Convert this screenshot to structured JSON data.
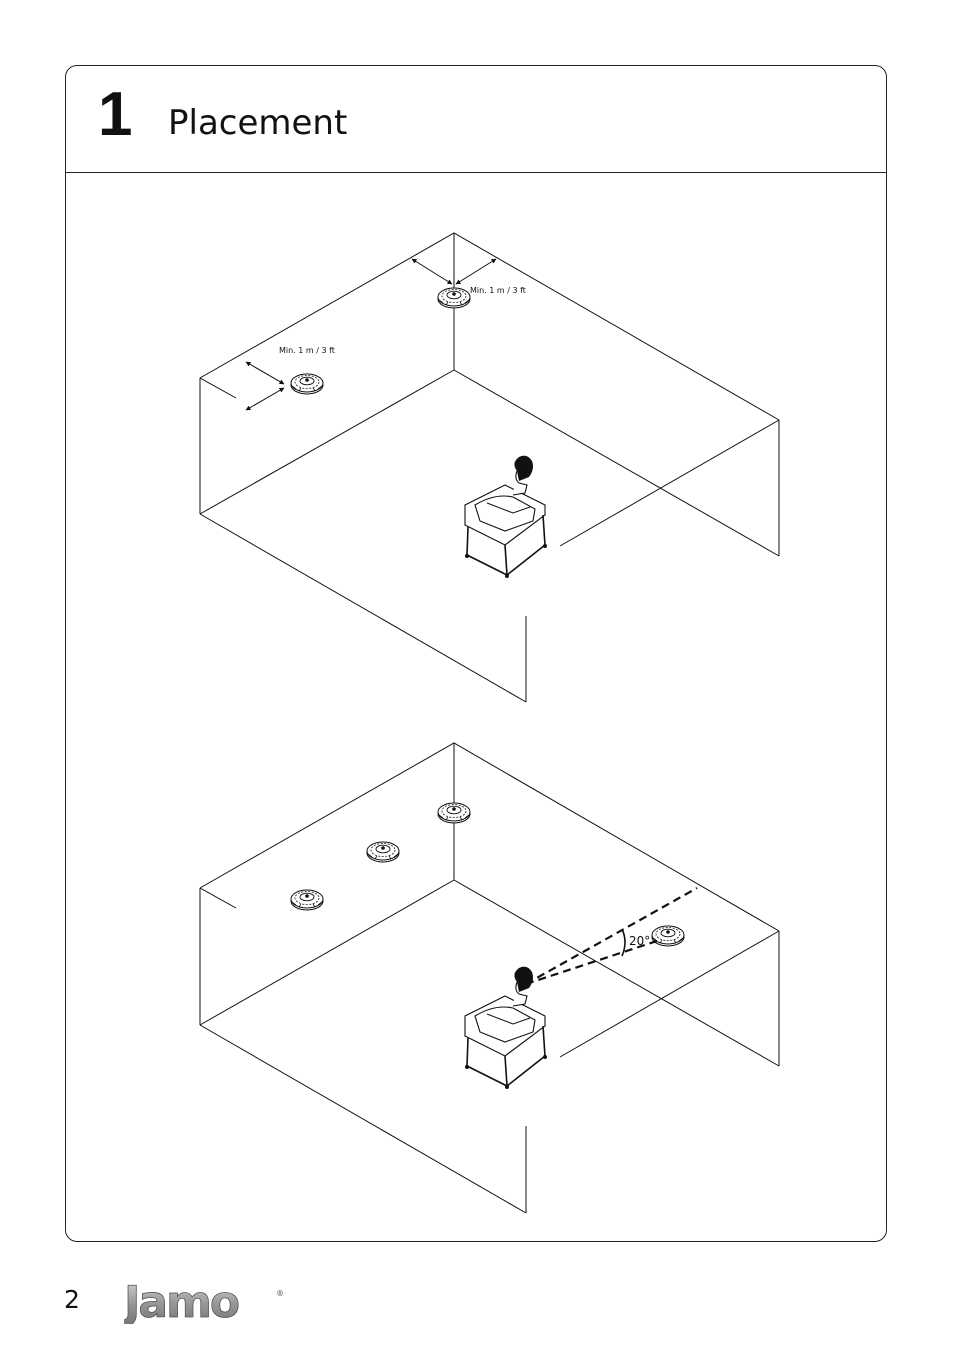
{
  "section": {
    "number": "1",
    "title": "Placement"
  },
  "diagram_top": {
    "label_corner": "Min. 1 m / 3 ft",
    "label_wall": "Min. 1 m / 3 ft"
  },
  "diagram_bottom": {
    "angle_label": "20°"
  },
  "footer": {
    "page_number": "2",
    "brand": "Jamo",
    "brand_mark": "®"
  }
}
